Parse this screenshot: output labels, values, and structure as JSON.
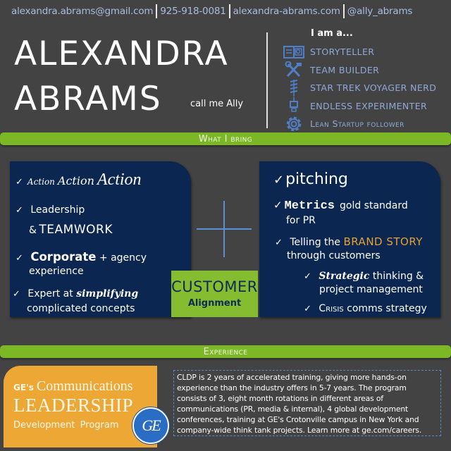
{
  "contact": {
    "email": "alexandra.abrams@gmail.com",
    "phone": "925-918-0081",
    "website": "alexandra-abrams.com",
    "handle": "@ally_abrams"
  },
  "header": {
    "first_name": "ALEXANDRA",
    "last_name": "ABRAMS",
    "nickname": "call me Ally"
  },
  "identity": {
    "heading": "I am a...",
    "traits": [
      {
        "icon": "book-icon",
        "label": "STORYTELLER"
      },
      {
        "icon": "tools-icon",
        "label": "TEAM BUILDER"
      },
      {
        "icon": "drill-icon",
        "label": "STAR TREK VOYAGER NERD"
      },
      {
        "icon": "drill-icon-cont",
        "label": "ENDLESS EXPERIMENTER"
      },
      {
        "icon": "gear-icon",
        "label": "Lean Startup follower"
      }
    ]
  },
  "sections": {
    "what_i_bring": "What I bring",
    "experience": "Experience"
  },
  "left_panel": {
    "check": "✓",
    "action1": "Action",
    "action2": "Action",
    "action3": "Action",
    "leadership": "Leadership",
    "amp": "&",
    "teamwork": "TEAMWORK",
    "corporate": "Corporate",
    "corporate_rest": " + agency",
    "experience": "experience",
    "expert_at": "Expert at ",
    "simplifying": "simplifying",
    "concepts": "complicated concepts"
  },
  "center": {
    "customer": "CUSTOMER",
    "alignment": "Alignment"
  },
  "right_panel": {
    "check": "✓",
    "pitching": "pitching",
    "metrics": "Metrics",
    "metrics_rest": "gold standard",
    "for_pr": "for PR",
    "telling": "Telling the ",
    "brand_story": "BRAND STORY",
    "through": "through customers",
    "strategic": "Strategic",
    "thinking": " thinking &",
    "project_mgmt": "project management",
    "crisis": "Crisis",
    "crisis_rest": " comms strategy"
  },
  "experience": {
    "ges": "GE's",
    "communications": "Communications",
    "leadership": "LEADERSHIP",
    "program": "Development Program",
    "logo_text": "GE",
    "description": "CLDP is 2 years of accelerated training, giving more hands-on experience than the industry offers in 5-7 years.  The program consists of 3, eight month rotations in different areas of communications (PR, media & internal), 4 global development conferences, training at GE's Crotonville campus in New York and company-wide think tank projects. Learn more at ge.com/careers."
  },
  "colors": {
    "background": "#434343",
    "green_band": "#7cb726",
    "navy_panel": "#0b2650",
    "accent_blue": "#5b8fd6",
    "gold": "#e3a233",
    "orange_card": "#eda735",
    "contact_text": "#a8bde0"
  }
}
